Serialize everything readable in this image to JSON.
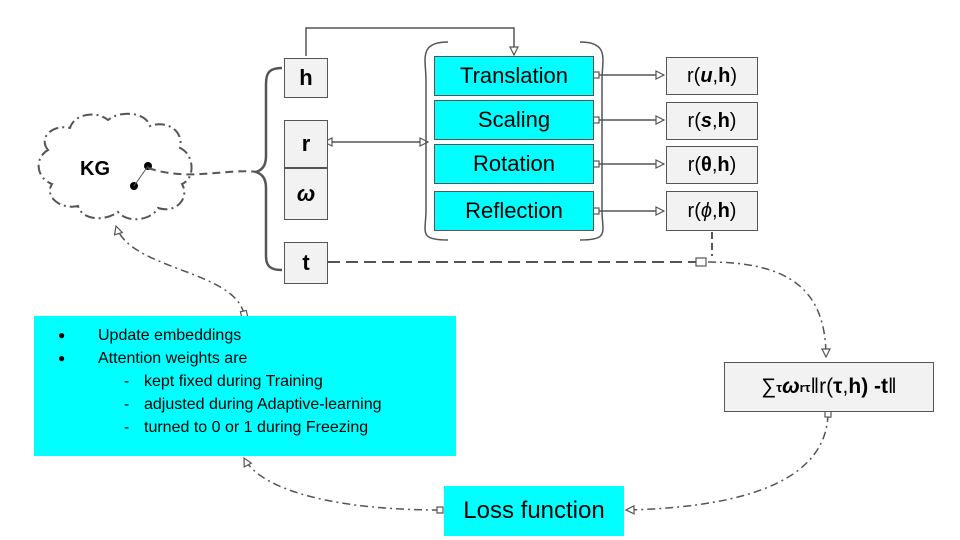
{
  "kg": {
    "label": "KG"
  },
  "inputs": {
    "h": "h",
    "r": "r",
    "omega": "ω",
    "t": "t"
  },
  "operations": [
    {
      "label": "Translation",
      "result": {
        "pre": "r(",
        "param": "u",
        "sep": ",",
        "entity": "h",
        "post": ")"
      }
    },
    {
      "label": "Scaling",
      "result": {
        "pre": "r(",
        "param": "s",
        "sep": ",",
        "entity": "h",
        "post": ")"
      }
    },
    {
      "label": "Rotation",
      "result": {
        "pre": "r(",
        "param": "θ",
        "sep": ",",
        "entity": "h",
        "post": ")"
      }
    },
    {
      "label": "Reflection",
      "result": {
        "pre": "r(",
        "param": "ϕ",
        "sep": ",",
        "entity": "h",
        "post": ")"
      }
    }
  ],
  "info": {
    "bullets": [
      "Update embeddings",
      "Attention weights are"
    ],
    "sub_items": [
      "kept fixed during Training",
      "adjusted during Adaptive-learning",
      "turned to 0 or 1 during Freezing"
    ]
  },
  "loss": {
    "label": "Loss function"
  },
  "formula": {
    "sum": "∑",
    "sum_sub": "τ",
    "weight": "ω",
    "weight_sub": "rτ",
    "norm_open": "‖r(",
    "tau": "τ",
    "comma": ",",
    "entity": "h",
    "minus": ") - ",
    "tail": "t",
    "norm_close": "‖"
  },
  "colors": {
    "accent": "#00ffff",
    "box_fill": "#f2f2f2",
    "line": "#555555"
  }
}
